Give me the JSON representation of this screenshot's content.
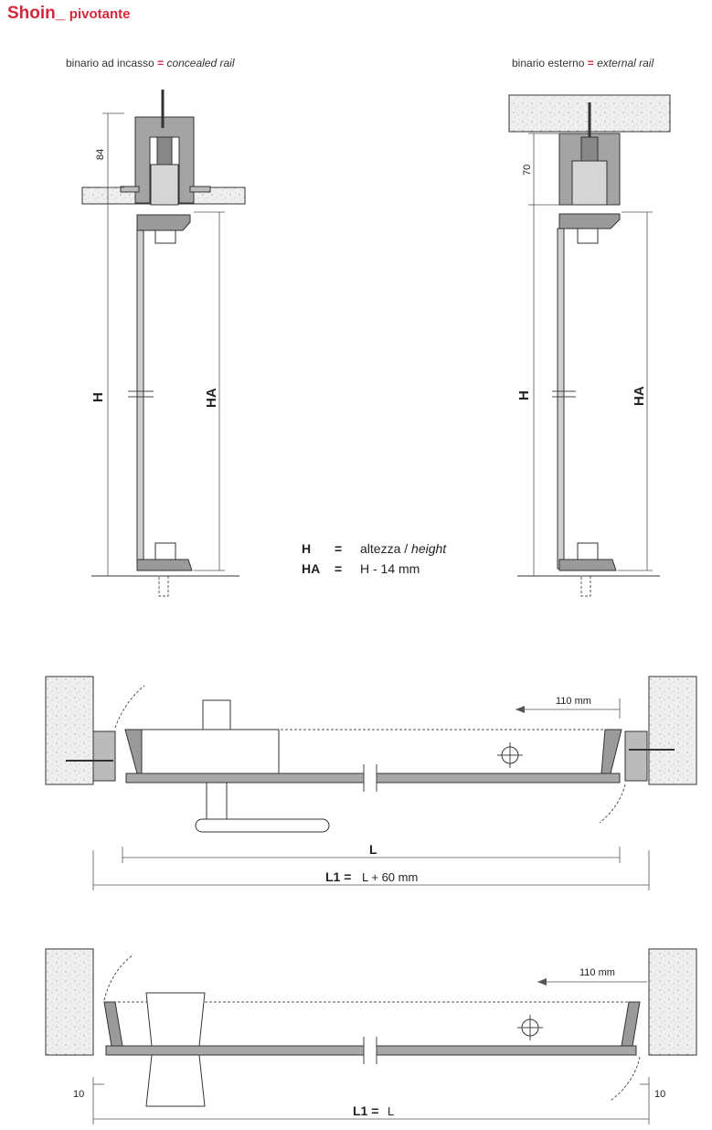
{
  "header": {
    "brand": "Shoin_",
    "subtitle": "pivotante"
  },
  "captions": {
    "concealed_it": "binario ad incasso",
    "concealed_en": "concealed rail",
    "external_it": "binario esterno",
    "external_en": "external rail",
    "separator": "="
  },
  "dims": {
    "rail_concealed": "84",
    "rail_external": "70",
    "H": "H",
    "HA": "HA",
    "offset_top": "110 mm",
    "offset_bottom": "110 mm",
    "L": "L",
    "L1_label": "L1 =",
    "L1_formula_top": "L + 60 mm",
    "L1_formula_bottom": "L",
    "side_left": "10",
    "side_right": "10"
  },
  "legend": {
    "H_sym": "H",
    "H_eq": "=",
    "H_it": "altezza /",
    "H_en": "height",
    "HA_sym": "HA",
    "HA_eq": "=",
    "HA_val": "H - 14 mm"
  },
  "colors": {
    "brand": "#d6273a",
    "profile": "#9a9a9a",
    "concrete": "#eeeeee"
  }
}
